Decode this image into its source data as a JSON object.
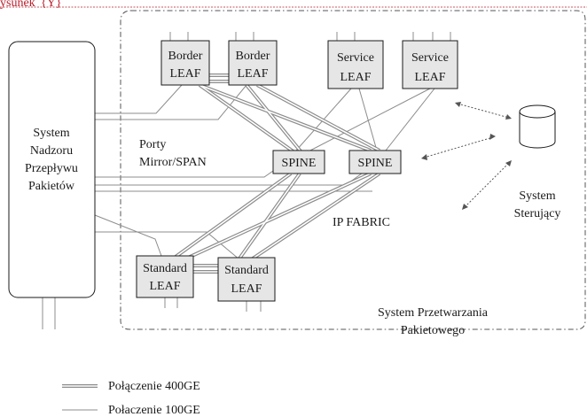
{
  "header": {
    "text": "ysunek",
    "marker": "{Ŷ}"
  },
  "nodes": {
    "border_leaf_1": [
      "Border",
      "LEAF"
    ],
    "border_leaf_2": [
      "Border",
      "LEAF"
    ],
    "service_leaf_1": [
      "Service",
      "LEAF"
    ],
    "service_leaf_2": [
      "Service",
      "LEAF"
    ],
    "spine_1": [
      "SPINE"
    ],
    "spine_2": [
      "SPINE"
    ],
    "standard_leaf_1": [
      "Standard",
      "LEAF"
    ],
    "standard_leaf_2": [
      "Standard",
      "LEAF"
    ],
    "monitoring_system": [
      "System",
      "Nadzoru",
      "Przepływu",
      "Pakietów"
    ]
  },
  "labels": {
    "mirror_ports": [
      "Porty",
      "Mirror/SPAN"
    ],
    "ip_fabric": "IP FABRIC",
    "control_system": [
      "System",
      "Sterujący"
    ],
    "processing_system": [
      "System Przetwarzania",
      "Pakietowego"
    ]
  },
  "legend": {
    "double_line": "Połączenie 400GE",
    "single_line": "Połaczenie 100GE"
  },
  "colors": {
    "accent": "#b81d2a",
    "node_fill": "#e6e6e6",
    "line": "#8c8c8c"
  }
}
